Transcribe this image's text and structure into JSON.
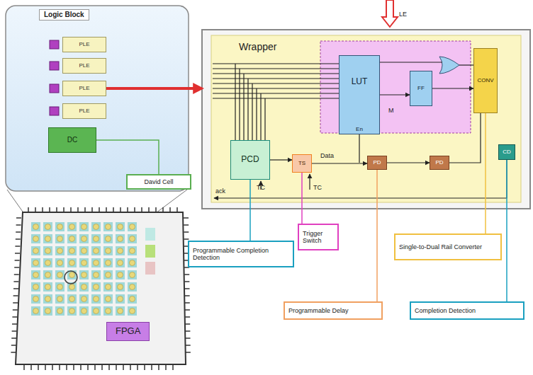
{
  "diagram": {
    "nodes": [
      {
        "text": [
          "Logic Block"
        ]
      },
      {
        "text": [
          "PLE"
        ],
        "in": 0
      },
      {
        "text": [
          "PLE"
        ],
        "in": 0
      },
      {
        "text": [
          "PLE"
        ],
        "in": 0
      },
      {
        "text": [
          "PLE"
        ],
        "in": 0
      },
      {
        "text": [
          "DC"
        ],
        "in": 0
      },
      {
        "text": [
          "David Cell"
        ]
      },
      {
        "text": [
          "FPGA"
        ]
      },
      {
        "text": [
          "Wrapper"
        ]
      },
      {
        "text": [
          "LUT",
          "En"
        ],
        "in": 8
      },
      {
        "text": [
          "FF"
        ],
        "in": 8
      },
      {
        "text": [
          "PCD"
        ],
        "in": 8
      },
      {
        "text": [
          "TS"
        ],
        "in": 8
      },
      {
        "text": [
          "PD"
        ],
        "in": 8
      },
      {
        "text": [
          "PD"
        ],
        "in": 8
      },
      {
        "text": [
          "CONV"
        ],
        "in": 8
      },
      {
        "text": [
          "CD"
        ],
        "in": 8
      },
      {
        "text": [
          "Programmable Completion Detection"
        ]
      },
      {
        "text": [
          "Trigger Switch"
        ]
      },
      {
        "text": [
          "Programmable Delay"
        ]
      },
      {
        "text": [
          "Single-to-Dual Rail Converter"
        ]
      },
      {
        "text": [
          "Completion Detection"
        ]
      }
    ],
    "edges": [
      {
        "from": 3,
        "to": 8,
        "arrow": "to"
      },
      {
        "from": 5,
        "to": 6,
        "arrow": "none"
      },
      {
        "from": 9,
        "to": 10,
        "arrow": "to"
      },
      {
        "from": 10,
        "to": 15,
        "arrow": "to"
      },
      {
        "from": 11,
        "to": 12,
        "arrow": "to"
      },
      {
        "from": 12,
        "to": 13,
        "arrow": "to"
      },
      {
        "from": 13,
        "to": 14,
        "arrow": "to"
      },
      {
        "from": 11,
        "to": 17,
        "arrow": "none"
      },
      {
        "from": 12,
        "to": 18,
        "arrow": "none"
      },
      {
        "from": 13,
        "to": 19,
        "arrow": "none"
      },
      {
        "from": 15,
        "to": 20,
        "arrow": "none"
      },
      {
        "from": 16,
        "to": 21,
        "arrow": "none"
      }
    ],
    "labels": [
      "LE",
      "TC",
      "TC",
      "Data",
      "ack",
      "M"
    ]
  }
}
